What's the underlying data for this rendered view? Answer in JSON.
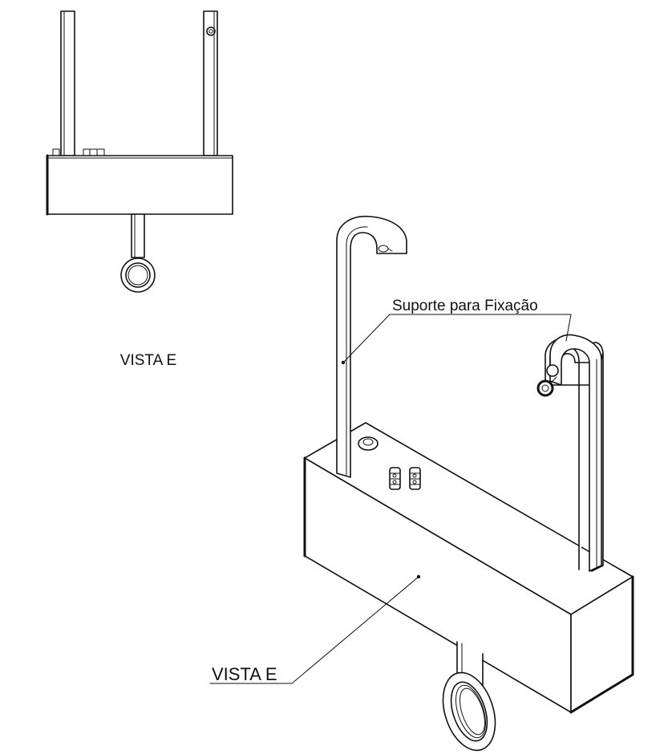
{
  "front_view": {
    "caption": "VISTA E"
  },
  "iso_view": {
    "bracket_callout": "Suporte para Fixação",
    "view_callout": "VISTA E"
  },
  "colors": {
    "line": "#111111",
    "background": "#ffffff"
  }
}
